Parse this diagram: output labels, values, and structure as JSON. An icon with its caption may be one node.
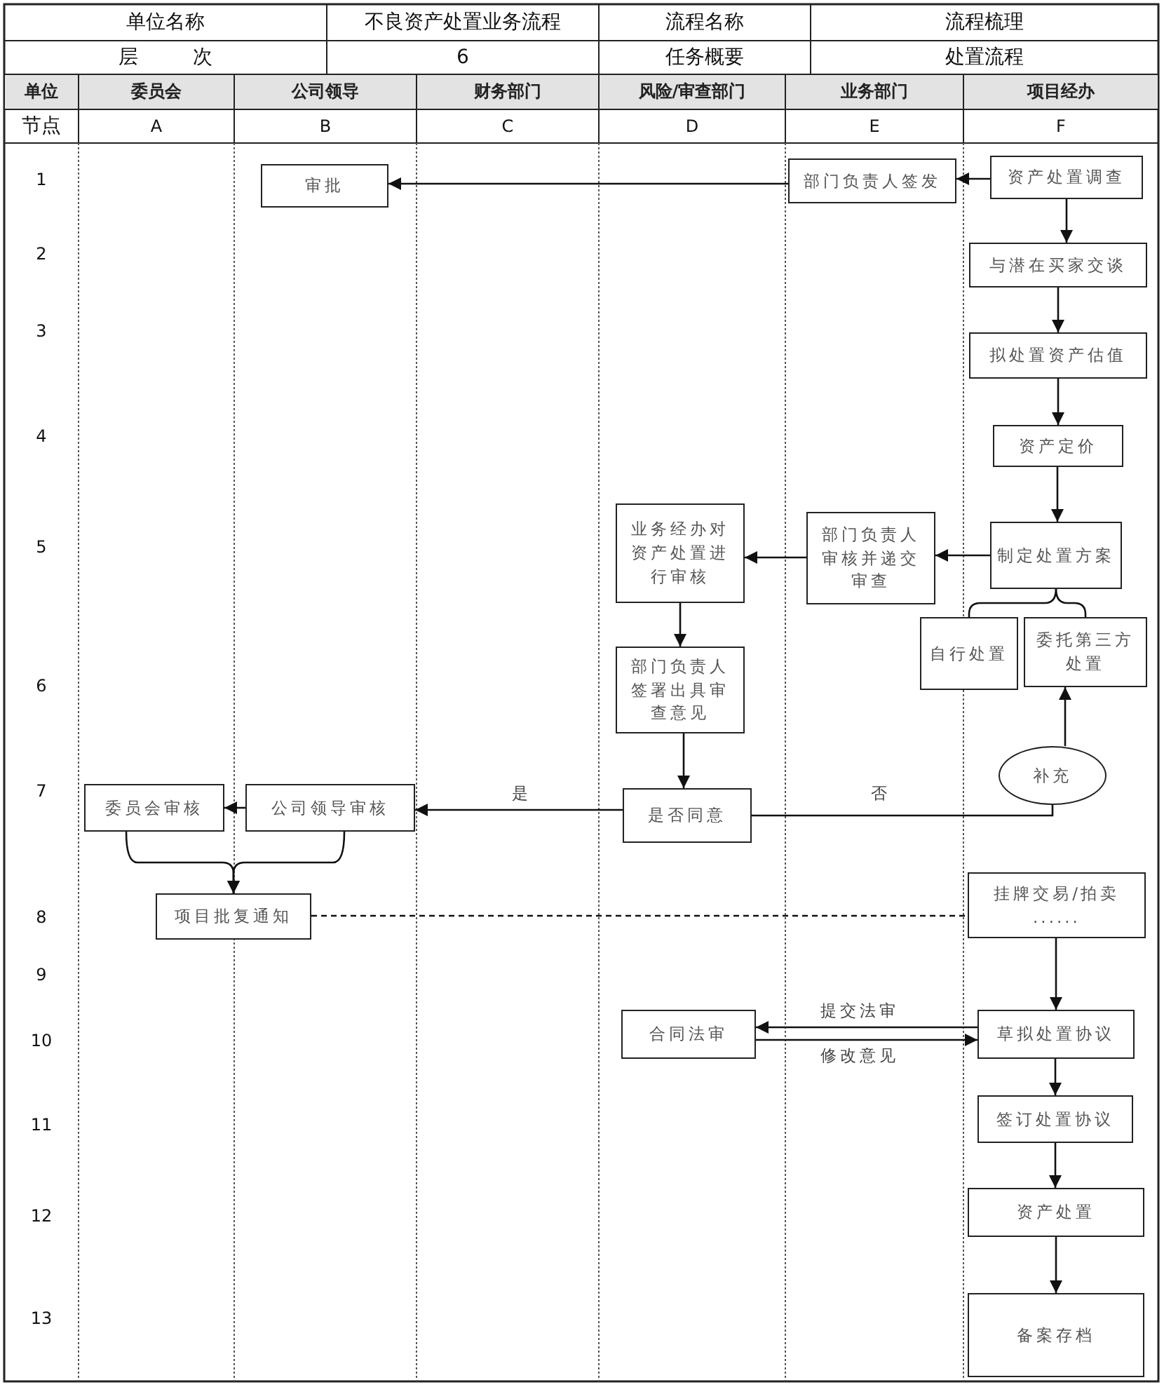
{
  "diagram": {
    "nodes": [
      {
        "text": [
          "审批"
        ]
      },
      {
        "text": [
          "部门负责人签发"
        ]
      },
      {
        "text": [
          "资产处置调查"
        ]
      },
      {
        "text": [
          "与潜在买家交谈"
        ]
      },
      {
        "text": [
          "拟处置资产估值"
        ]
      },
      {
        "text": [
          "资产定价"
        ]
      },
      {
        "text": [
          "制定处置方案"
        ]
      },
      {
        "text": [
          "部门负责人审核并递交审查"
        ]
      },
      {
        "text": [
          "业务经办对资产处置进行审核"
        ]
      },
      {
        "text": [
          "部门负责人签署出具审查意见"
        ]
      },
      {
        "text": [
          "自行处置"
        ]
      },
      {
        "text": [
          "委托第三方处置"
        ]
      },
      {
        "text": [
          "补充"
        ]
      },
      {
        "text": [
          "是否同意"
        ]
      },
      {
        "text": [
          "公司领导审核"
        ]
      },
      {
        "text": [
          "委员会审核"
        ]
      },
      {
        "text": [
          "项目批复通知"
        ]
      },
      {
        "text": [
          "挂牌交易/拍卖",
          "......"
        ]
      },
      {
        "text": [
          "合同法审"
        ]
      },
      {
        "text": [
          "草拟处置协议"
        ]
      },
      {
        "text": [
          "签订处置协议"
        ]
      },
      {
        "text": [
          "资产处置"
        ]
      },
      {
        "text": [
          "备案存档"
        ]
      }
    ],
    "edges": [
      {
        "from": 2,
        "to": 1,
        "arrow": "to"
      },
      {
        "from": 1,
        "to": 0,
        "arrow": "to"
      },
      {
        "from": 2,
        "to": 3,
        "arrow": "to"
      },
      {
        "from": 3,
        "to": 4,
        "arrow": "to"
      },
      {
        "from": 4,
        "to": 5,
        "arrow": "to"
      },
      {
        "from": 5,
        "to": 6,
        "arrow": "to"
      },
      {
        "from": 6,
        "to": 7,
        "arrow": "to"
      },
      {
        "from": 7,
        "to": 8,
        "arrow": "to"
      },
      {
        "from": 8,
        "to": 9,
        "arrow": "to"
      },
      {
        "from": 9,
        "to": 13,
        "arrow": "to"
      },
      {
        "from": 13,
        "to": 14,
        "arrow": "to",
        "label": "是"
      },
      {
        "from": 14,
        "to": 15,
        "arrow": "to"
      },
      {
        "from": 13,
        "to": 12,
        "arrow": "none",
        "label": "否"
      },
      {
        "from": 12,
        "to": 11,
        "arrow": "to"
      },
      {
        "from": 6,
        "to": 10,
        "arrow": "none"
      },
      {
        "from": 6,
        "to": 11,
        "arrow": "none"
      },
      {
        "from": 15,
        "to": 16,
        "arrow": "to"
      },
      {
        "from": 14,
        "to": 16,
        "arrow": "to"
      },
      {
        "from": 16,
        "to": 17,
        "arrow": "none",
        "style": "dashed"
      },
      {
        "from": 17,
        "to": 19,
        "arrow": "to"
      },
      {
        "from": 19,
        "to": 18,
        "arrow": "to",
        "label": "提交法审"
      },
      {
        "from": 18,
        "to": 19,
        "arrow": "to",
        "label": "修改意见"
      },
      {
        "from": 19,
        "to": 20,
        "arrow": "to"
      },
      {
        "from": 20,
        "to": 21,
        "arrow": "to"
      },
      {
        "from": 21,
        "to": 22,
        "arrow": "to"
      }
    ],
    "labels": [
      "单位名称",
      "不良资产处置业务流程",
      "流程名称",
      "流程梳理",
      "层 次",
      "6",
      "任务概要",
      "处置流程",
      "单位",
      "委员会",
      "公司领导",
      "财务部门",
      "风险/审查部门",
      "业务部门",
      "项目经办",
      "节点",
      "A",
      "B",
      "C",
      "D",
      "E",
      "F",
      "1",
      "2",
      "3",
      "4",
      "5",
      "6",
      "7",
      "8",
      "9",
      "10",
      "11",
      "12",
      "13"
    ]
  }
}
